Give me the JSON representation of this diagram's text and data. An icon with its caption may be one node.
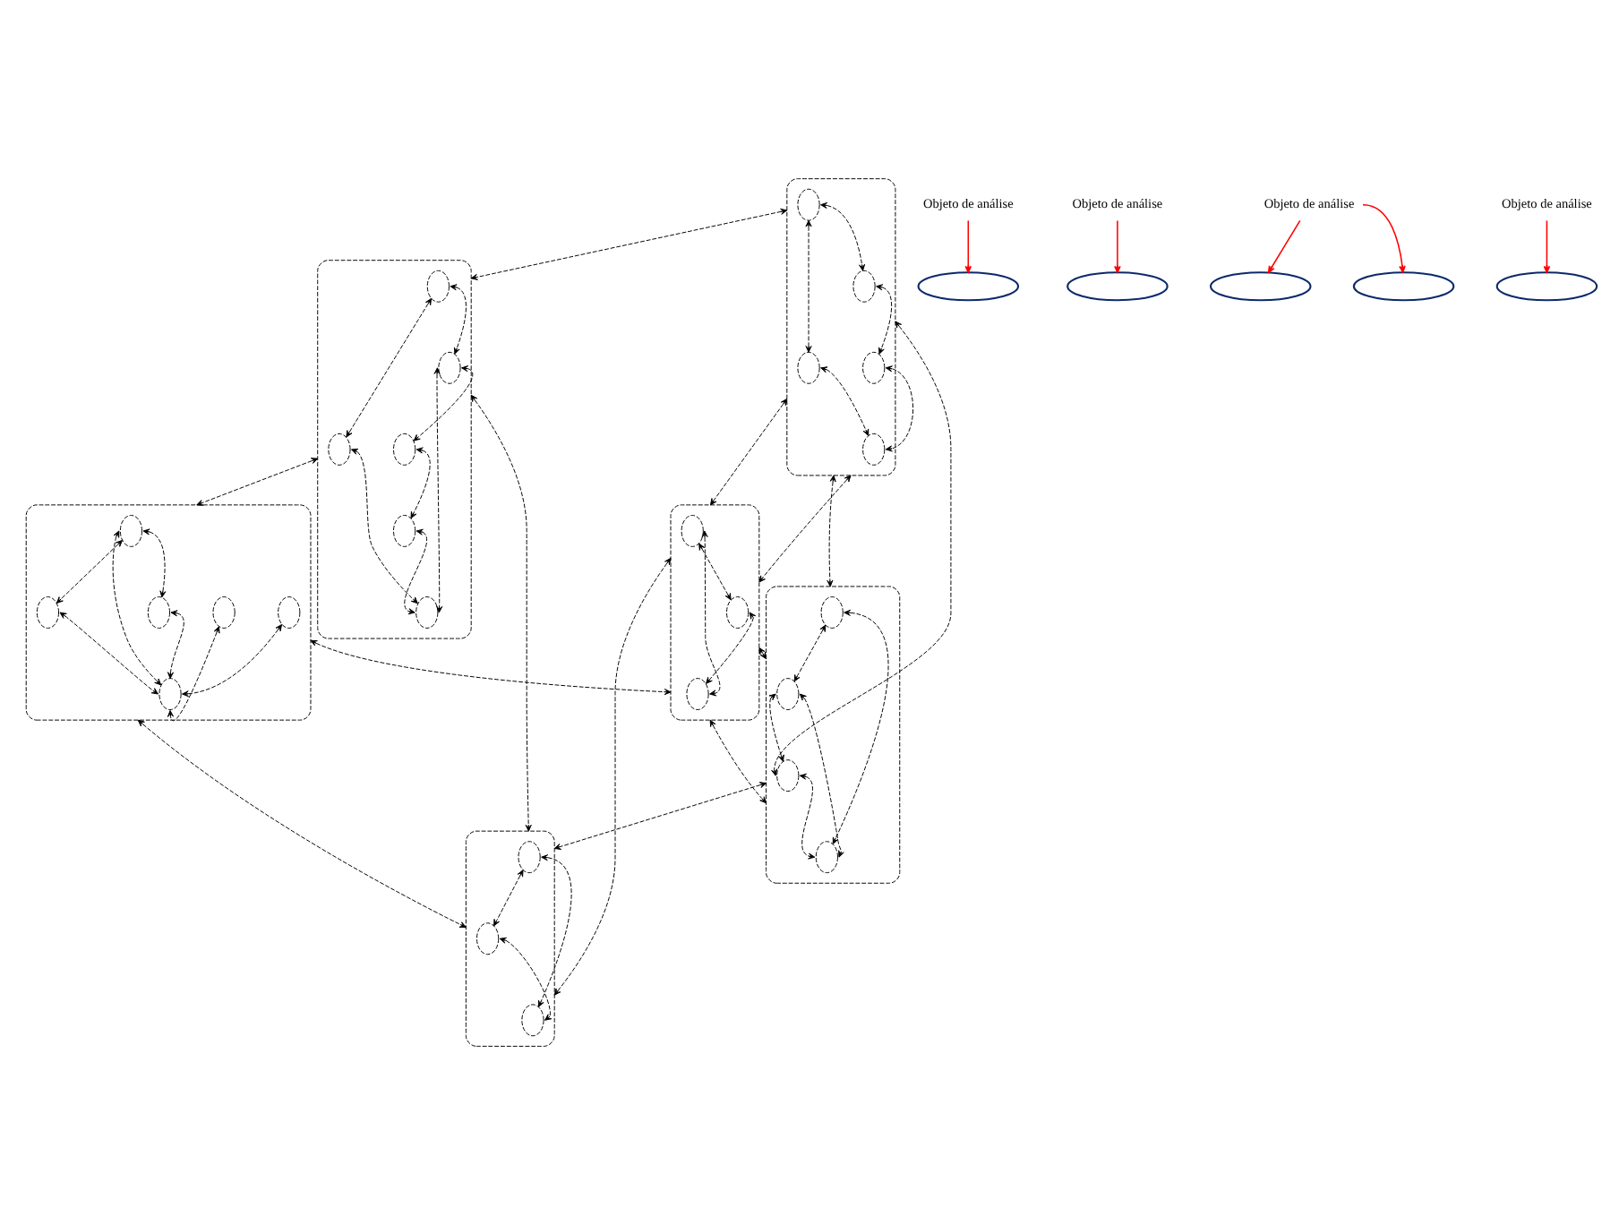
{
  "diagram": {
    "nodes": [
      {
        "text": [],
        "shape": "ellipse"
      },
      {
        "text": [],
        "shape": "ellipse",
        "in": 0
      },
      {
        "text": [],
        "shape": "ellipse",
        "in": 0
      },
      {
        "text": [],
        "shape": "ellipse",
        "in": 0
      },
      {
        "text": [],
        "shape": "ellipse",
        "in": 0
      },
      {
        "text": [],
        "shape": "ellipse",
        "in": 0
      },
      {
        "text": [],
        "shape": "ellipse",
        "in": 0
      },
      {
        "text": [],
        "shape": "ellipse"
      },
      {
        "text": [],
        "shape": "ellipse",
        "in": 7
      },
      {
        "text": [],
        "shape": "ellipse",
        "in": 7
      },
      {
        "text": [],
        "shape": "ellipse",
        "in": 7
      },
      {
        "text": [],
        "shape": "ellipse",
        "in": 7
      },
      {
        "text": [],
        "shape": "ellipse",
        "in": 7
      },
      {
        "text": [],
        "shape": "ellipse",
        "in": 7
      },
      {
        "text": [],
        "shape": "ellipse"
      },
      {
        "text": [],
        "shape": "ellipse",
        "in": 14
      },
      {
        "text": [],
        "shape": "ellipse",
        "in": 14
      },
      {
        "text": [],
        "shape": "ellipse",
        "in": 14
      },
      {
        "text": [],
        "shape": "ellipse",
        "in": 14
      },
      {
        "text": [],
        "shape": "ellipse",
        "in": 14
      },
      {
        "text": [],
        "shape": "ellipse"
      },
      {
        "text": [],
        "shape": "ellipse",
        "in": 20
      },
      {
        "text": [],
        "shape": "ellipse",
        "in": 20
      },
      {
        "text": [],
        "shape": "ellipse",
        "in": 20
      },
      {
        "text": [],
        "shape": "ellipse"
      },
      {
        "text": [],
        "shape": "ellipse",
        "in": 24
      },
      {
        "text": [],
        "shape": "ellipse",
        "in": 24
      },
      {
        "text": [],
        "shape": "ellipse",
        "in": 24
      },
      {
        "text": [],
        "shape": "ellipse",
        "in": 24
      },
      {
        "text": [],
        "shape": "ellipse"
      },
      {
        "text": [],
        "shape": "ellipse",
        "in": 29
      },
      {
        "text": [],
        "shape": "ellipse",
        "in": 29
      },
      {
        "text": [],
        "shape": "ellipse",
        "in": 29
      },
      {
        "text": [],
        "shape": "ellipse"
      },
      {
        "text": [],
        "shape": "ellipse"
      },
      {
        "text": [],
        "shape": "ellipse"
      },
      {
        "text": [],
        "shape": "ellipse"
      },
      {
        "text": [],
        "shape": "ellipse"
      },
      {
        "text": [
          "Objeto de análise"
        ]
      },
      {
        "text": [
          "Objeto de análise"
        ]
      },
      {
        "text": [
          "Objeto de análise"
        ]
      },
      {
        "text": [
          "Objeto de análise"
        ]
      }
    ],
    "edges": [
      {
        "from": 1,
        "to": 2,
        "arrow": "both",
        "style": "dashed"
      },
      {
        "from": 1,
        "to": 3,
        "arrow": "both",
        "style": "dashed"
      },
      {
        "from": 2,
        "to": 5,
        "arrow": "both",
        "style": "dashed"
      },
      {
        "from": 3,
        "to": 4,
        "arrow": "both",
        "style": "dashed"
      },
      {
        "from": 3,
        "to": 5,
        "arrow": "both",
        "style": "dashed"
      },
      {
        "from": 4,
        "to": 6,
        "arrow": "both",
        "style": "dashed"
      },
      {
        "from": 6,
        "to": 5,
        "arrow": "both",
        "style": "dashed"
      },
      {
        "from": 8,
        "to": 10,
        "arrow": "both",
        "style": "dashed"
      },
      {
        "from": 8,
        "to": 11,
        "arrow": "both",
        "style": "dashed"
      },
      {
        "from": 8,
        "to": 12,
        "arrow": "both",
        "style": "dashed"
      },
      {
        "from": 9,
        "to": 12,
        "arrow": "both",
        "style": "dashed"
      },
      {
        "from": 10,
        "to": 12,
        "arrow": "both",
        "style": "dashed"
      },
      {
        "from": 11,
        "to": 12,
        "arrow": "both",
        "style": "dashed"
      },
      {
        "from": 13,
        "to": 12,
        "arrow": "both",
        "style": "dashed"
      },
      {
        "from": 15,
        "to": 16,
        "arrow": "both",
        "style": "dashed"
      },
      {
        "from": 16,
        "to": 17,
        "arrow": "both",
        "style": "dashed"
      },
      {
        "from": 15,
        "to": 18,
        "arrow": "both",
        "style": "dashed"
      },
      {
        "from": 18,
        "to": 19,
        "arrow": "both",
        "style": "dashed"
      },
      {
        "from": 19,
        "to": 17,
        "arrow": "both",
        "style": "dashed"
      },
      {
        "from": 21,
        "to": 22,
        "arrow": "both",
        "style": "dashed"
      },
      {
        "from": 22,
        "to": 23,
        "arrow": "both",
        "style": "dashed"
      },
      {
        "from": 21,
        "to": 23,
        "arrow": "both",
        "style": "dashed"
      },
      {
        "from": 25,
        "to": 26,
        "arrow": "both",
        "style": "dashed"
      },
      {
        "from": 25,
        "to": 27,
        "arrow": "both",
        "style": "dashed"
      },
      {
        "from": 26,
        "to": 27,
        "arrow": "both",
        "style": "dashed"
      },
      {
        "from": 26,
        "to": 28,
        "arrow": "both",
        "style": "dashed"
      },
      {
        "from": 28,
        "to": 27,
        "arrow": "both",
        "style": "dashed"
      },
      {
        "from": 30,
        "to": 31,
        "arrow": "both",
        "style": "dashed"
      },
      {
        "from": 30,
        "to": 32,
        "arrow": "both",
        "style": "dashed"
      },
      {
        "from": 31,
        "to": 32,
        "arrow": "both",
        "style": "dashed"
      },
      {
        "from": 14,
        "to": 0,
        "arrow": "both",
        "style": "dashed"
      },
      {
        "from": 0,
        "to": 7,
        "arrow": "both",
        "style": "dashed"
      },
      {
        "from": 0,
        "to": 29,
        "arrow": "both",
        "style": "dashed"
      },
      {
        "from": 14,
        "to": 20,
        "arrow": "both",
        "style": "dashed"
      },
      {
        "from": 14,
        "to": 20,
        "arrow": "both",
        "style": "dashed"
      },
      {
        "from": 14,
        "to": 28,
        "arrow": "both",
        "style": "dashed"
      },
      {
        "from": 14,
        "to": 24,
        "arrow": "both",
        "style": "dashed"
      },
      {
        "from": 7,
        "to": 20,
        "arrow": "both",
        "style": "dashed"
      },
      {
        "from": 7,
        "to": 29,
        "arrow": "both",
        "style": "dashed"
      },
      {
        "from": 20,
        "to": 29,
        "arrow": "both",
        "style": "dashed"
      },
      {
        "from": 20,
        "to": 24,
        "arrow": "both",
        "style": "dashed"
      },
      {
        "from": 20,
        "to": 24,
        "arrow": "both",
        "style": "dashed"
      },
      {
        "from": 24,
        "to": 29,
        "arrow": "both",
        "style": "dashed"
      },
      {
        "from": 38,
        "to": 33,
        "arrow": "to",
        "color": "#ff0000"
      },
      {
        "from": 39,
        "to": 35,
        "arrow": "to",
        "color": "#ff0000"
      },
      {
        "from": 39,
        "to": 36,
        "arrow": "to",
        "color": "#ff0000"
      },
      {
        "from": 40,
        "to": 34,
        "arrow": "to",
        "color": "#ff0000"
      },
      {
        "from": 41,
        "to": 37,
        "arrow": "to",
        "color": "#ff0000"
      }
    ]
  }
}
